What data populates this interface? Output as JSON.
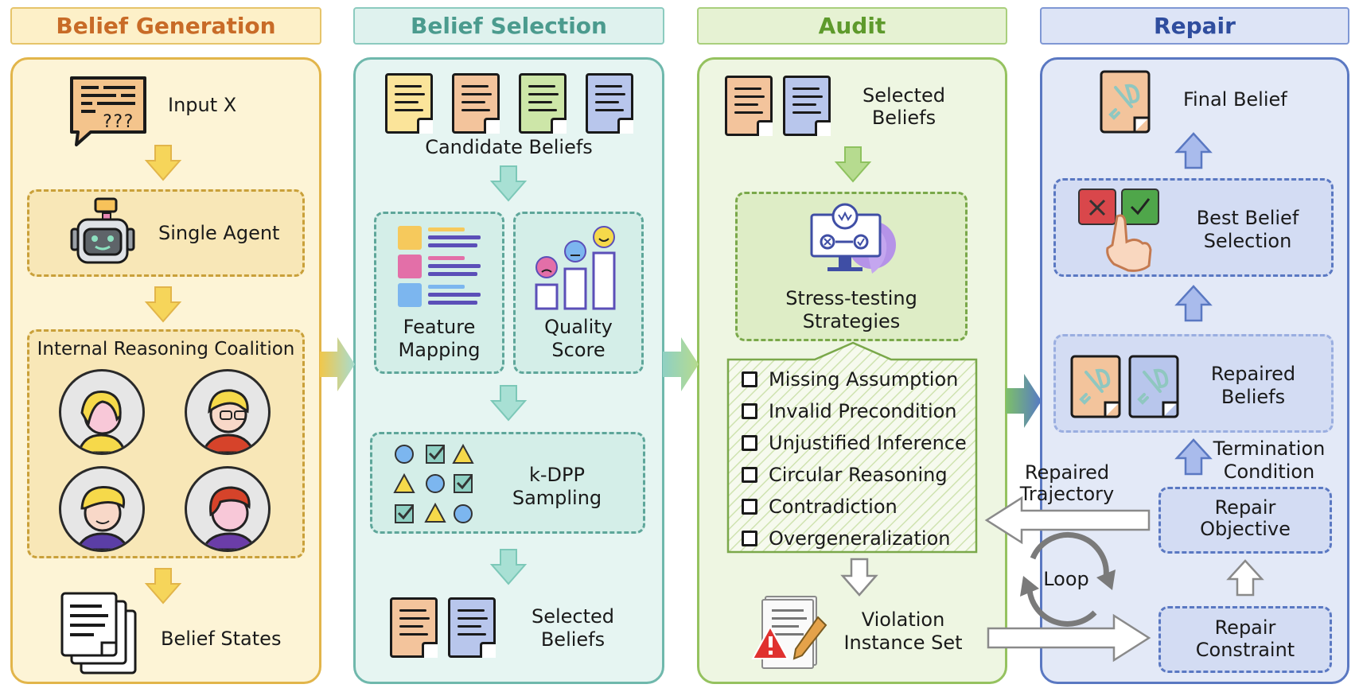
{
  "stages": {
    "generation": "Belief Generation",
    "selection": "Belief Selection",
    "audit": "Audit",
    "repair": "Repair"
  },
  "colors": {
    "generation": "#fdf4d6",
    "generation_border": "#e2b54a",
    "generation_title": "#c86b27",
    "selection": "#e6f5f2",
    "selection_border": "#6fb8ac",
    "selection_title": "#4b9b8e",
    "audit": "#eef6e2",
    "audit_border": "#95c25f",
    "audit_title": "#5e9a2c",
    "repair": "#e3e9f7",
    "repair_border": "#5a78c2",
    "repair_title": "#2f4d9e"
  },
  "generation": {
    "input": "Input X",
    "input_bubble": "???",
    "agent": "Single Agent",
    "coalition": "Internal Reasoning Coalition",
    "states": "Belief States"
  },
  "selection": {
    "candidates": "Candidate Beliefs",
    "feature_1": "Feature",
    "feature_2": "Mapping",
    "quality_1": "Quality",
    "quality_2": "Score",
    "kdpp_1": "k-DPP",
    "kdpp_2": "Sampling",
    "selected_1": "Selected",
    "selected_2": "Beliefs"
  },
  "audit": {
    "selected_1": "Selected",
    "selected_2": "Beliefs",
    "stress_1": "Stress-testing",
    "stress_2": "Strategies",
    "checklist": [
      "Missing Assumption",
      "Invalid Precondition",
      "Unjustified Inference",
      "Circular Reasoning",
      "Contradiction",
      "Overgeneralization"
    ],
    "violation_1": "Violation",
    "violation_2": "Instance Set"
  },
  "repair": {
    "final": "Final Belief",
    "best_1": "Best Belief",
    "best_2": "Selection",
    "repaired_1": "Repaired",
    "repaired_2": "Beliefs",
    "termination_1": "Termination",
    "termination_2": "Condition",
    "objective_1": "Repair",
    "objective_2": "Objective",
    "constraint_1": "Repair",
    "constraint_2": "Constraint",
    "trajectory_1": "Repaired",
    "trajectory_2": "Trajectory",
    "loop": "Loop"
  }
}
